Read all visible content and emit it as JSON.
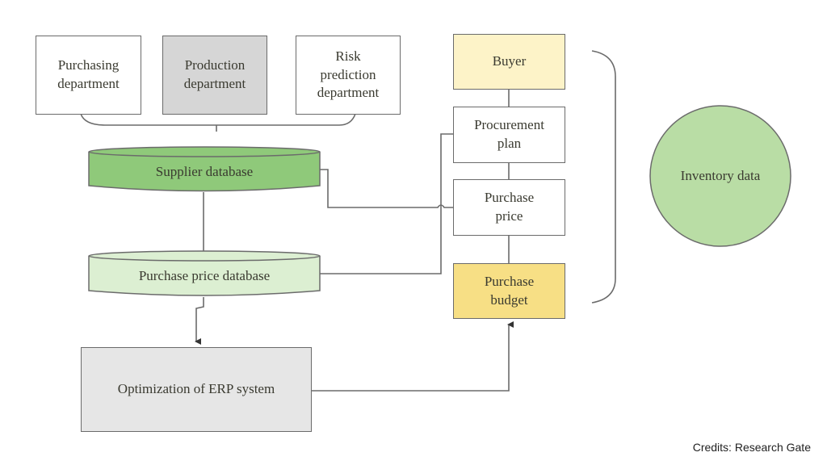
{
  "diagram": {
    "departments": [
      {
        "label": "Purchasing\ndepartment",
        "fill": "#ffffff"
      },
      {
        "label": "Production\ndepartment",
        "fill": "#d6d6d6"
      },
      {
        "label": "Risk\nprediction\ndepartment",
        "fill": "#ffffff"
      }
    ],
    "databases": {
      "supplier": {
        "label": "Supplier database",
        "fill": "#8fc97a"
      },
      "purchase_price": {
        "label": "Purchase price database",
        "fill": "#dcefd2"
      }
    },
    "chain": [
      {
        "label": "Buyer",
        "fill": "#fdf3c8"
      },
      {
        "label": "Procurement\nplan",
        "fill": "#ffffff"
      },
      {
        "label": "Purchase\nprice",
        "fill": "#ffffff"
      },
      {
        "label": "Purchase\nbudget",
        "fill": "#f7df85"
      }
    ],
    "erp": {
      "label": "Optimization of ERP system",
      "fill": "#e6e6e6"
    },
    "inventory": {
      "label": "Inventory data",
      "fill": "#b9dda5"
    },
    "line_color": "#6b6b6b"
  },
  "credits": "Credits: Research Gate"
}
